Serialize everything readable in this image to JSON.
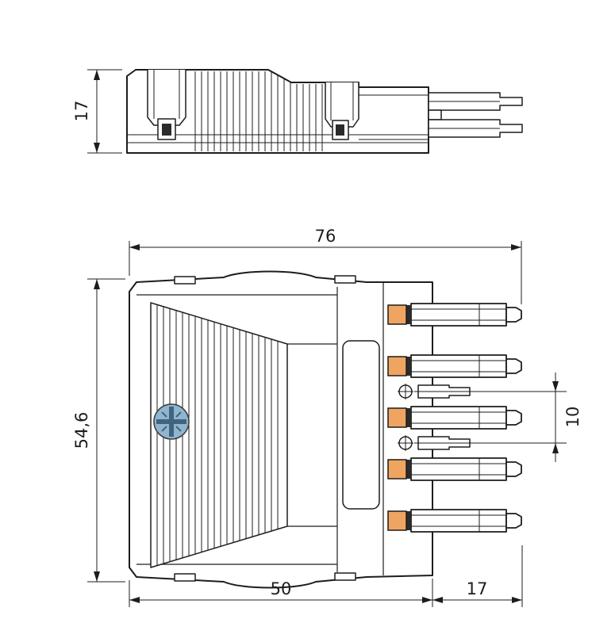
{
  "dimensions": {
    "side_height_mm": "17",
    "total_width_mm": "76",
    "housing_height_mm": "54,6",
    "housing_width_mm": "50",
    "contact_section_mm": "17",
    "pole_pitch_mm": "10"
  },
  "colors": {
    "line": "#1d1d1b",
    "clamp_accent": "#f0a461",
    "screw_head": "#8fb5cf",
    "screw_slot": "#41637e",
    "background": "#ffffff"
  }
}
